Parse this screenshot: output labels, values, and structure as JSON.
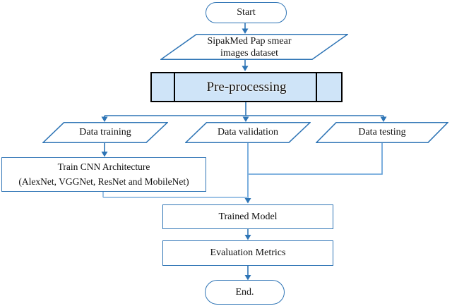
{
  "flowchart": {
    "nodes": {
      "start": {
        "label": "Start"
      },
      "dataset": {
        "line1": "SipakMed Pap smear",
        "line2": "images dataset"
      },
      "preprocess": {
        "label": "Pre-processing"
      },
      "data_training": {
        "label": "Data training"
      },
      "data_validation": {
        "label": "Data validation"
      },
      "data_testing": {
        "label": "Data testing"
      },
      "train_cnn": {
        "line1": "Train CNN Architecture",
        "line2": "(AlexNet, VGGNet, ResNet and MobileNet)"
      },
      "trained_model": {
        "label": "Trained Model"
      },
      "evaluation_metrics": {
        "label": "Evaluation Metrics"
      },
      "end": {
        "label": "End."
      }
    },
    "colors": {
      "shape_border": "#2E74B5",
      "connector": "#2E75B6",
      "connector_medium": "#5B9BD5",
      "connector_light": "#9DC3E6",
      "preprocess_fill": "#CFE4F8",
      "preprocess_border": "#000000",
      "text": "#111111",
      "background": "#FFFFFF"
    }
  }
}
